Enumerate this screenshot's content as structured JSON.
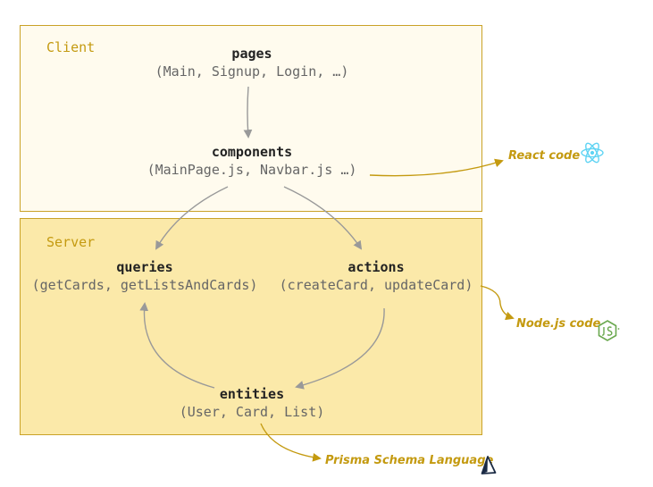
{
  "client": {
    "label": "Client",
    "pages": {
      "title": "pages",
      "sub": "(Main, Signup, Login, …)"
    },
    "components": {
      "title": "components",
      "sub": "(MainPage.js, Navbar.js …)"
    }
  },
  "server": {
    "label": "Server",
    "queries": {
      "title": "queries",
      "sub": "(getCards, getListsAndCards)"
    },
    "actions": {
      "title": "actions",
      "sub": "(createCard, updateCard)"
    },
    "entities": {
      "title": "entities",
      "sub": "(User, Card, List)"
    }
  },
  "notes": {
    "react": "React code",
    "node": "Node.js code",
    "prisma": "Prisma Schema Language"
  },
  "icons": {
    "react": "react-logo-icon",
    "node": "nodejs-logo-icon",
    "prisma": "prisma-logo-icon"
  },
  "colors": {
    "border": "#c9a227",
    "client_bg": "#fffbee",
    "server_bg": "#fbe9a9",
    "label": "#c49a10",
    "arrow_internal": "#999999",
    "arrow_external": "#c49a10",
    "react": "#5ed3f3",
    "node": "#6aa84f",
    "prisma": "#1a2a44"
  }
}
